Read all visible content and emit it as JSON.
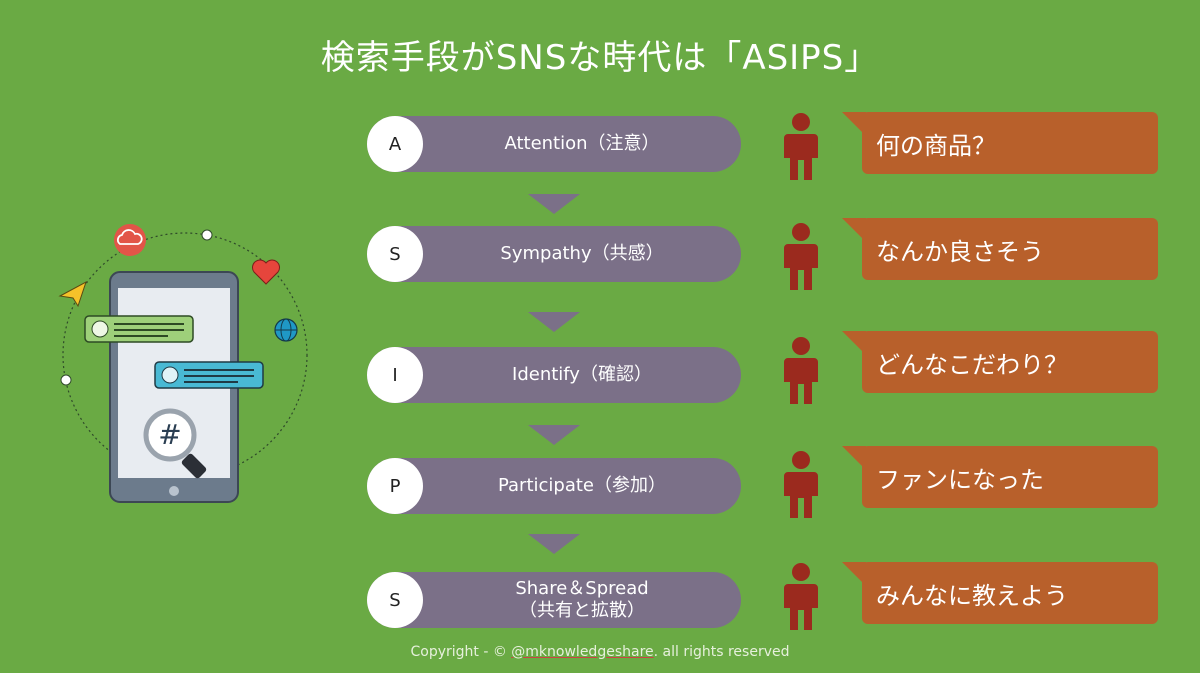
{
  "title": "検索手段がSNSな時代は「ASIPS」",
  "steps": [
    {
      "letter": "A",
      "label": "Attention（注意）",
      "label2": "",
      "bubble": "何の商品？"
    },
    {
      "letter": "S",
      "label": "Sympathy（共感）",
      "label2": "",
      "bubble": "なんか良さそう"
    },
    {
      "letter": "I",
      "label": "Identify（確認）",
      "label2": "",
      "bubble": "どんなこだわり？"
    },
    {
      "letter": "P",
      "label": "Participate（参加）",
      "label2": "",
      "bubble": "ファンになった"
    },
    {
      "letter": "S",
      "label": "Share＆Spread",
      "label2": "（共有と拡散）",
      "bubble": "みんなに教えよう"
    }
  ],
  "copyright": {
    "prefix": "Copyright - © ",
    "handle": "@mknowledgeshare",
    "suffix": ". all rights reserved"
  },
  "illustration": {
    "hashtag": "#"
  },
  "colors": {
    "background": "#6aaa44",
    "step_pill": "#7b7088",
    "bubble": "#b8602b",
    "person": "#9b2a1e",
    "chevron": "#7b7088"
  }
}
